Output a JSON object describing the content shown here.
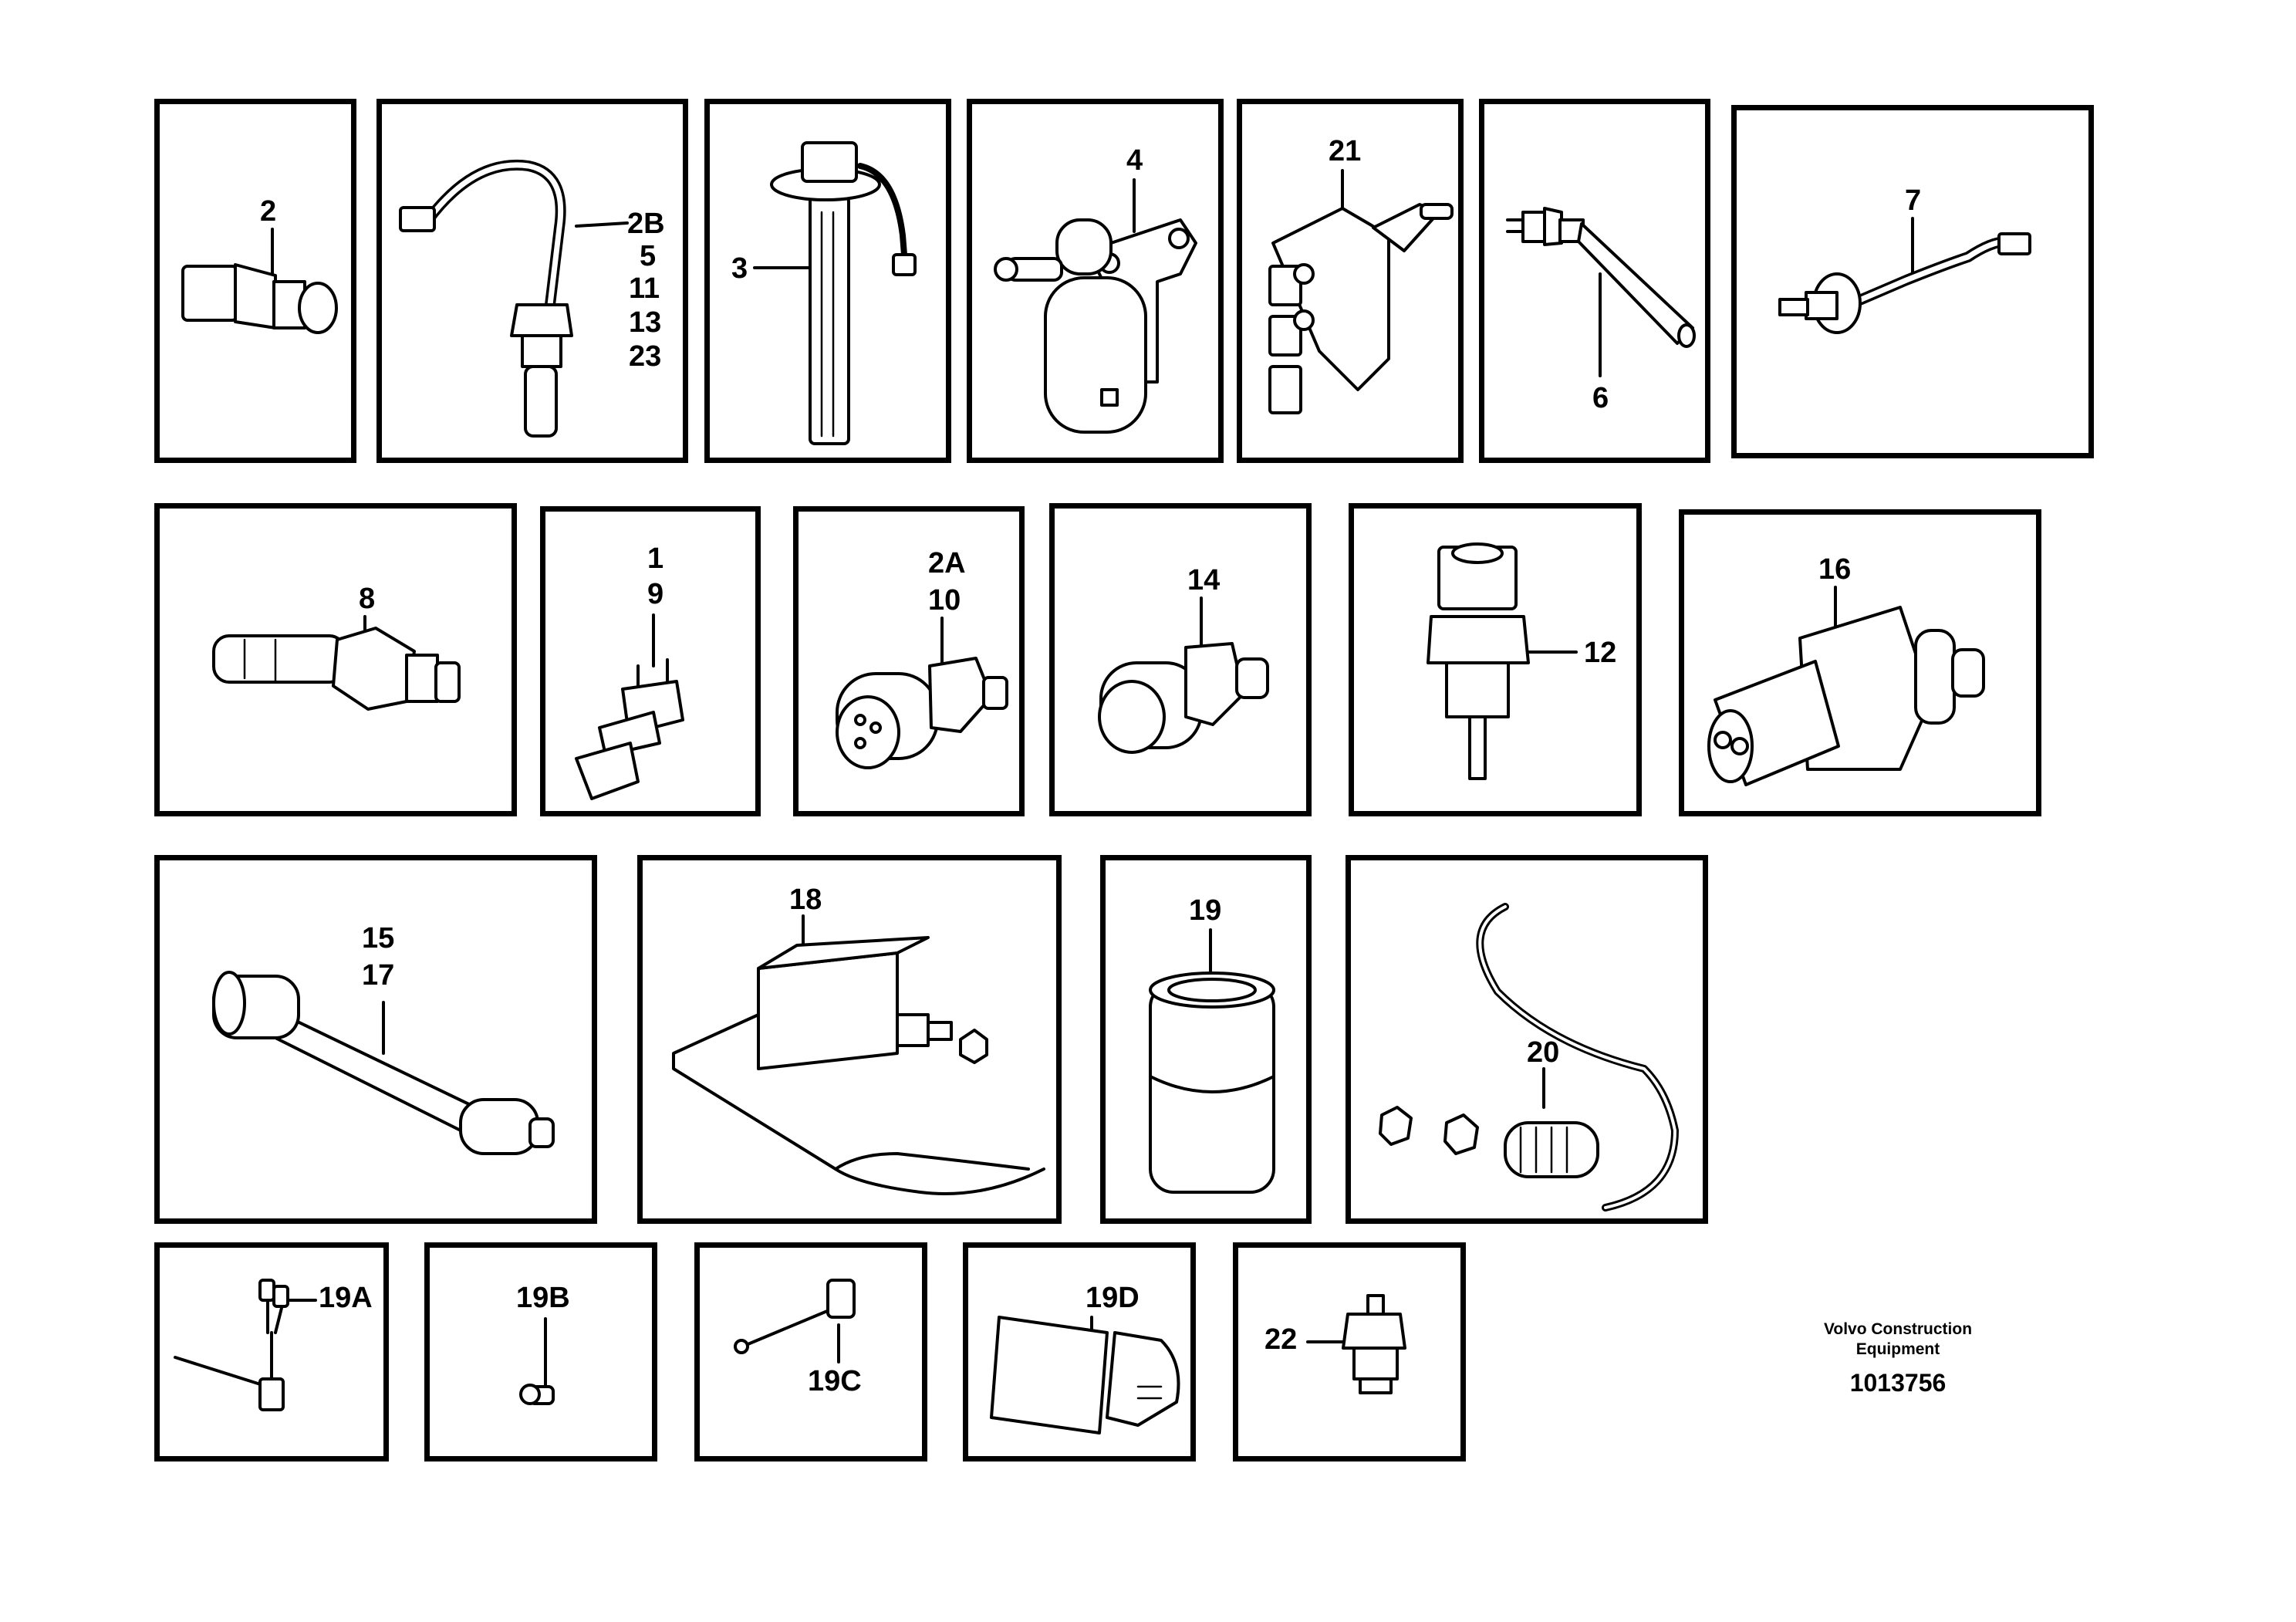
{
  "panels": [
    {
      "id": "p2",
      "labels": [
        "2"
      ]
    },
    {
      "id": "p2b",
      "labels": [
        "2B",
        "5",
        "11",
        "13",
        "23"
      ]
    },
    {
      "id": "p3",
      "labels": [
        "3"
      ]
    },
    {
      "id": "p4",
      "labels": [
        "4"
      ]
    },
    {
      "id": "p21",
      "labels": [
        "21"
      ]
    },
    {
      "id": "p6",
      "labels": [
        "6"
      ]
    },
    {
      "id": "p7",
      "labels": [
        "7"
      ]
    },
    {
      "id": "p8",
      "labels": [
        "8"
      ]
    },
    {
      "id": "p1",
      "labels": [
        "1",
        "9"
      ]
    },
    {
      "id": "p2a",
      "labels": [
        "2A",
        "10"
      ]
    },
    {
      "id": "p14",
      "labels": [
        "14"
      ]
    },
    {
      "id": "p12",
      "labels": [
        "12"
      ]
    },
    {
      "id": "p16",
      "labels": [
        "16"
      ]
    },
    {
      "id": "p15",
      "labels": [
        "15",
        "17"
      ]
    },
    {
      "id": "p18",
      "labels": [
        "18"
      ]
    },
    {
      "id": "p19",
      "labels": [
        "19"
      ]
    },
    {
      "id": "p20",
      "labels": [
        "20"
      ]
    },
    {
      "id": "p19a",
      "labels": [
        "19A"
      ]
    },
    {
      "id": "p19b",
      "labels": [
        "19B"
      ]
    },
    {
      "id": "p19c",
      "labels": [
        "19C"
      ]
    },
    {
      "id": "p19d",
      "labels": [
        "19D"
      ]
    },
    {
      "id": "p22",
      "labels": [
        "22"
      ]
    }
  ],
  "footer": {
    "company_line1": "Volvo Construction",
    "company_line2": "Equipment",
    "drawing_number": "1013756"
  }
}
